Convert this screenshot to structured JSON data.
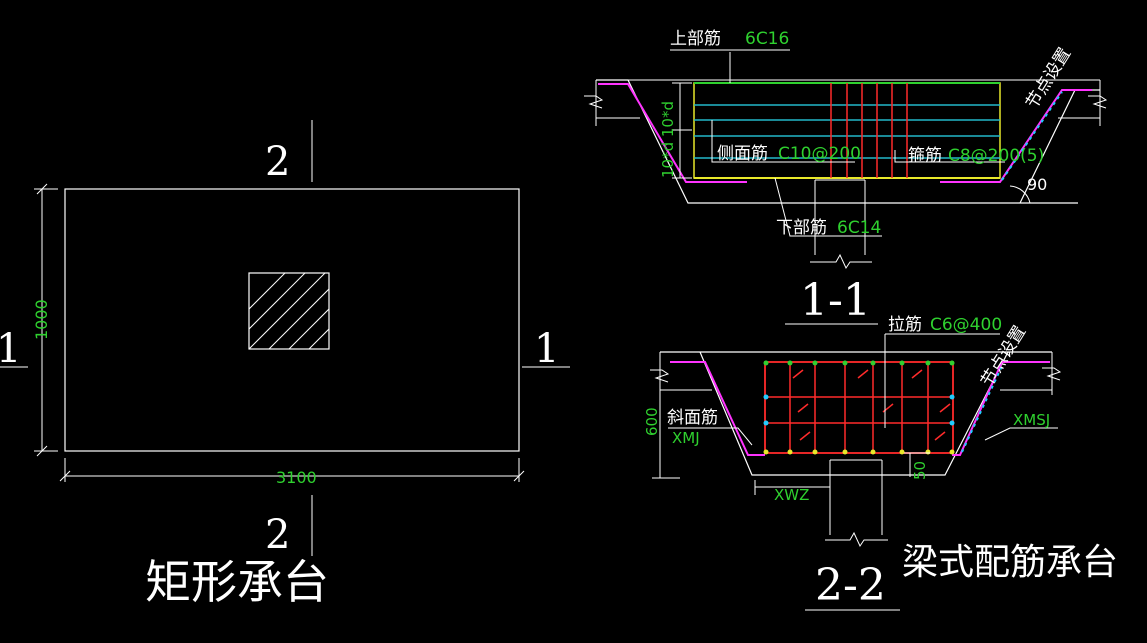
{
  "plan": {
    "title": "矩形承台",
    "section_label_top": "2",
    "section_label_bottom": "2",
    "section_label_left": "1",
    "section_label_right": "1",
    "dim_width": "3100",
    "dim_height": "1000"
  },
  "section_1_1": {
    "title": "1-1",
    "top_bar_label": "上部筋",
    "top_bar_value": "6C16",
    "side_bar_label": "侧面筋",
    "side_bar_value": "C10@200",
    "stirrup_label": "箍筋",
    "stirrup_value": "C8@200(5)",
    "bottom_bar_label": "下部筋",
    "bottom_bar_value": "6C14",
    "dim_vertical": "10*d 10*d",
    "angle": "90",
    "node_note": "节点设置"
  },
  "section_2_2": {
    "title": "2-2",
    "tie_label": "拉筋",
    "tie_value": "C6@400",
    "slope_bar_label": "斜面筋",
    "slope_bar_code": "XMJ",
    "slope_bar_code_right": "XMSJ",
    "bottom_code": "XWZ",
    "dim_height": "600",
    "dim_cover": "50",
    "node_note": "节点设置"
  },
  "heading": "梁式配筋承台",
  "colors": {
    "background": "#000000",
    "outline": "#ffffff",
    "dimension_text": "#2fd12f",
    "top_bar": "#2fd12f",
    "side_bar": "#22b8c9",
    "stirrup": "#ff2b2b",
    "bottom_bar": "#e8e82a",
    "slope_bar": "#ff33ff",
    "node_dots": "#22ccff"
  }
}
